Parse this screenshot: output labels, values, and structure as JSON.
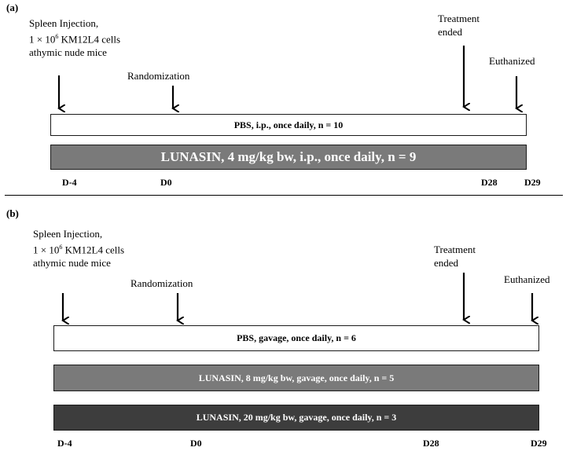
{
  "panels": {
    "a": {
      "label": "(a)",
      "injection": {
        "line1": "Spleen Injection,",
        "line2_pre": "1 × 10",
        "line2_sup": "6",
        "line2_post": " KM12L4 cells",
        "line3": "athymic nude mice"
      },
      "randomization": "Randomization",
      "treatment_ended": {
        "line1": "Treatment",
        "line2": "ended"
      },
      "euthanized": "Euthanized",
      "groups": [
        "PBS, i.p., once daily, n = 10",
        "LUNASIN, 4 mg/kg bw, i.p., once daily, n = 9"
      ],
      "days": [
        "D-4",
        "D0",
        "D28",
        "D29"
      ]
    },
    "b": {
      "label": "(b)",
      "injection": {
        "line1": "Spleen Injection,",
        "line2_pre": "1 × 10",
        "line2_sup": "6",
        "line2_post": " KM12L4 cells",
        "line3": "athymic nude mice"
      },
      "randomization": "Randomization",
      "treatment_ended": {
        "line1": "Treatment",
        "line2": "ended"
      },
      "euthanized": "Euthanized",
      "groups": [
        "PBS, gavage, once daily, n = 6",
        "LUNASIN, 8 mg/kg bw, gavage, once daily, n = 5",
        "LUNASIN, 20 mg/kg bw, gavage, once daily, n = 3"
      ],
      "days": [
        "D-4",
        "D0",
        "D28",
        "D29"
      ]
    }
  },
  "colors": {
    "bar_white": "#ffffff",
    "bar_grey": "#7a7a7a",
    "bar_dark": "#3d3d3d",
    "ink": "#000000"
  }
}
